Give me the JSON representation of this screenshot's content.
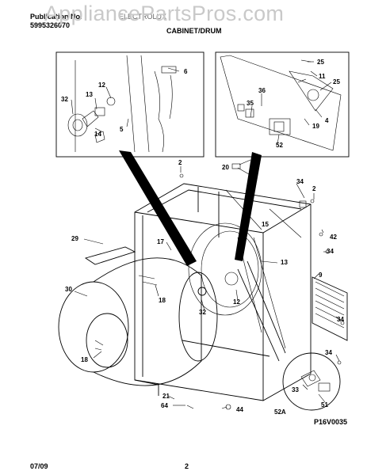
{
  "header": {
    "publication_label": "Publication No.",
    "publication_number": "5995326070",
    "brand": "ELECTROLUX",
    "section": "CABINET/DRUM",
    "watermark": "AppliancePartsPros.com"
  },
  "footer": {
    "date": "07/09",
    "page": "2",
    "diagram_code": "P16V0035"
  },
  "callouts": {
    "c6": "6",
    "c12a": "12",
    "c13a": "13",
    "c32a": "32",
    "c14": "14",
    "c5": "5",
    "c25a": "25",
    "c11": "11",
    "c25b": "25",
    "c36": "36",
    "c35": "35",
    "c4": "4",
    "c52a": "52",
    "c19": "19",
    "c2a": "2",
    "c2b": "2",
    "c20a": "20",
    "c20b": "20",
    "c34a": "34",
    "c2c": "2",
    "c15": "15",
    "c42": "42",
    "c29": "29",
    "c17": "17",
    "c34b": "34",
    "c13b": "13",
    "c9": "9",
    "c30": "30",
    "c18a": "18",
    "c32b": "32",
    "c12b": "12",
    "c34c": "34",
    "c18b": "18",
    "c34d": "34",
    "c21": "21",
    "c64": "64",
    "c44": "44",
    "c33": "33",
    "c51": "51",
    "c52A": "52A"
  }
}
